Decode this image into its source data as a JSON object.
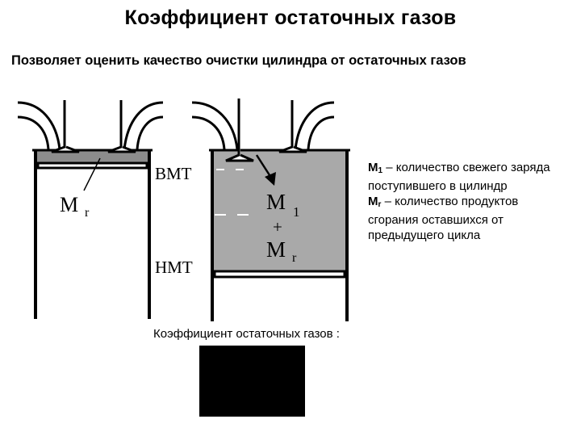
{
  "title": "Коэффициент остаточных газов",
  "subtitle": "Позволяет оценить качество очистки цилиндра от остаточных газов",
  "diagram": {
    "left_cylinder": {
      "residual_symbol": "M",
      "residual_subscript": "r"
    },
    "dead_centers": {
      "top": "ВМТ",
      "bottom": "НМТ"
    },
    "right_cylinder": {
      "fresh_symbol": "M",
      "fresh_subscript": "1",
      "plus": "+",
      "residual_symbol": "M",
      "residual_subscript": "r"
    },
    "colors": {
      "left_gas": "#8c8c8c",
      "right_gas": "#a9a9a9",
      "stroke": "#000000",
      "formula_box": "#000000"
    }
  },
  "legend": {
    "fresh_symbol": "M",
    "fresh_subscript": "1",
    "fresh_text": " – количество свежего заряда поступившего в цилиндр",
    "residual_symbol": "M",
    "residual_subscript": "r",
    "residual_text": " – количество продуктов сгорания оставшихся от предыдущего цикла"
  },
  "coefficient_label": "Коэффициент остаточных газов :"
}
